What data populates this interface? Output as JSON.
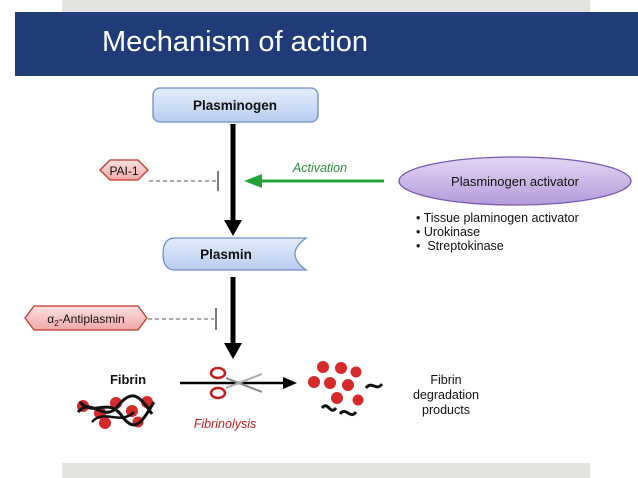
{
  "title": "Mechanism of action",
  "diagram": {
    "plasminogen": "Plasminogen",
    "plasmin": "Plasmin",
    "pai1": "PAI-1",
    "activation": "Activation",
    "plasminogen_activator": "Plasminogen activator",
    "activator_list": [
      "Tissue plaminogen activator",
      "Urokinase",
      "Streptokinase"
    ],
    "antiplasmin_prefix": "α",
    "antiplasmin_sub": "2",
    "antiplasmin_suffix": "-Antiplasmin",
    "fibrin": "Fibrin",
    "fibrinolysis": "Fibrinolysis",
    "fdp_line1": "Fibrin",
    "fdp_line2": "degradation",
    "fdp_line3": "products"
  },
  "colors": {
    "title_bar": "#1f3c79",
    "box_fill": "#c9daf3",
    "box_stroke": "#6d8fc4",
    "inhibitor_fill": "#f7c8c8",
    "inhibitor_stroke": "#c0392b",
    "activation_arrow": "#22a33a",
    "activator_fill": "#cbb6e6",
    "activator_stroke": "#7a5ab0",
    "fibrin_red": "#d62a2a"
  }
}
